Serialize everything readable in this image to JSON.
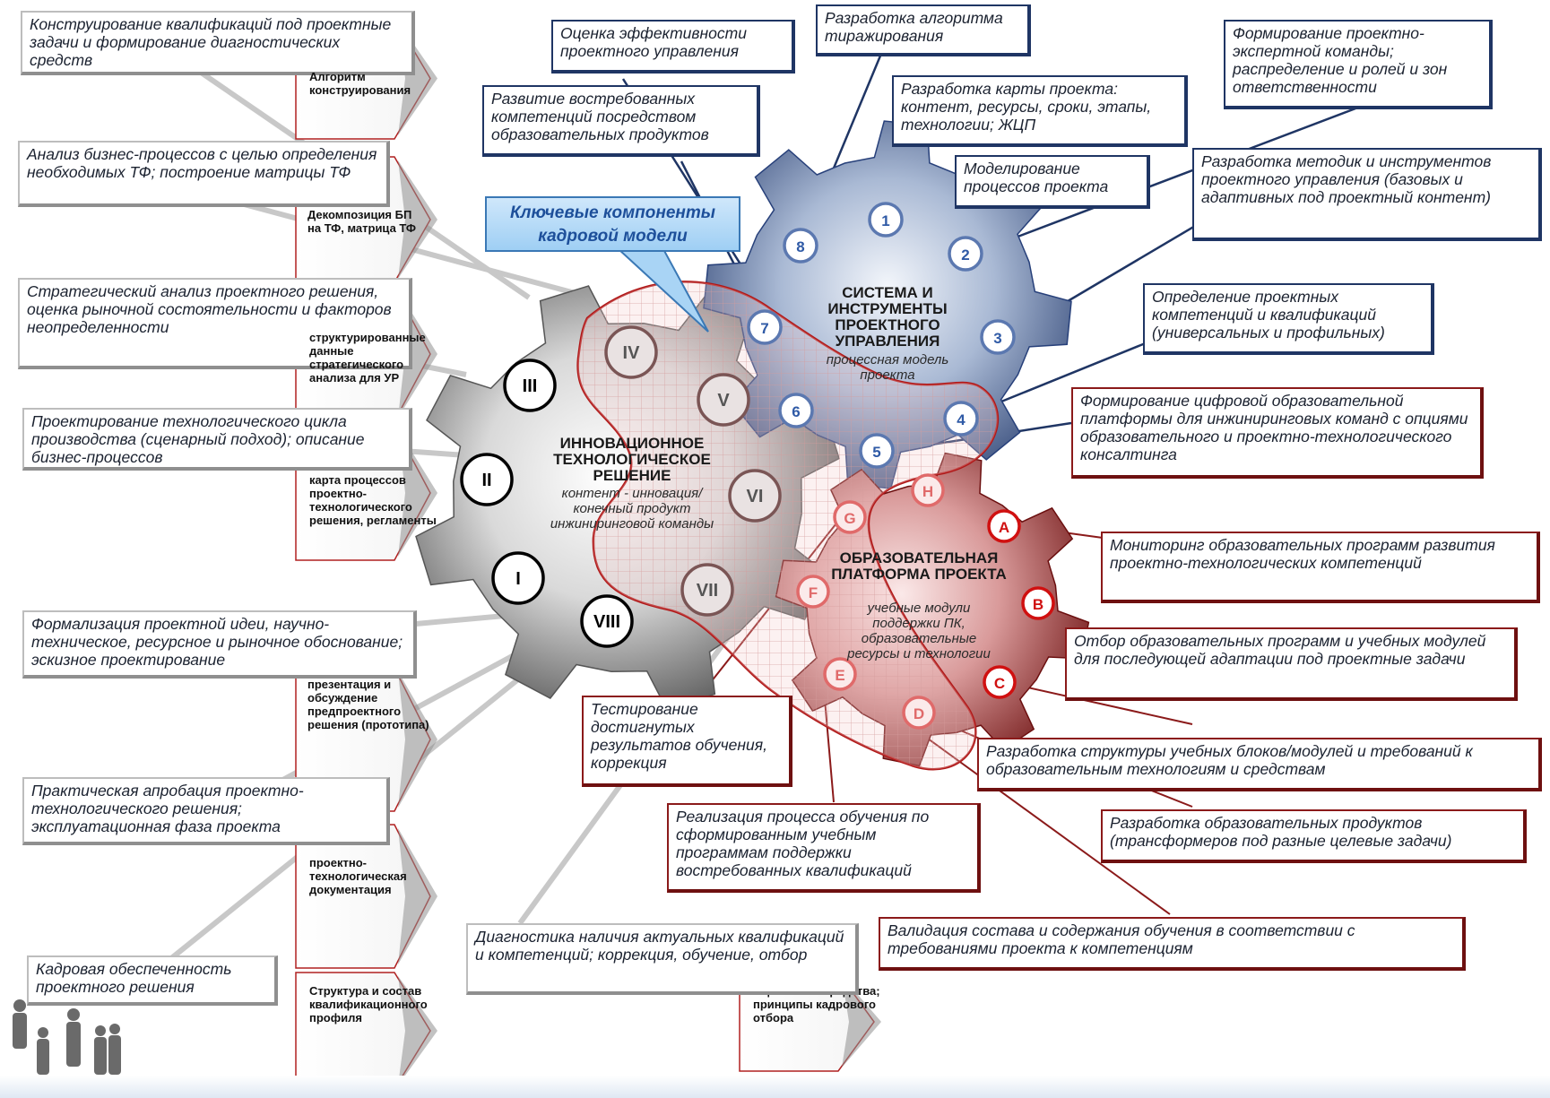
{
  "callout": {
    "text": "Ключевые компоненты кадровой модели"
  },
  "gears": {
    "innovation": {
      "title": "ИННОВАЦИОННОЕ ТЕХНОЛОГИЧЕСКОЕ РЕШЕНИЕ",
      "subtitle": "контент - инновация/ конечный продукт инжиниринговой команды"
    },
    "system": {
      "title": "СИСТЕМА И ИНСТРУМЕНТЫ ПРОЕКТНОГО УПРАВЛЕНИЯ",
      "subtitle": "процессная модель проекта"
    },
    "platform": {
      "title": "ОБРАЗОВАТЕЛЬНАЯ ПЛАТФОРМА ПРОЕКТА",
      "subtitle": "учебные модули поддержки ПК, образовательные ресурсы и технологии"
    }
  },
  "markers": {
    "roman": [
      "I",
      "II",
      "III",
      "IV",
      "V",
      "VI",
      "VII",
      "VIII"
    ],
    "numbers": [
      "1",
      "2",
      "3",
      "4",
      "5",
      "6",
      "7",
      "8"
    ],
    "red_letters": [
      "A",
      "B",
      "C"
    ],
    "pink_letters": [
      "D",
      "E",
      "F",
      "G",
      "H"
    ]
  },
  "left_boxes": [
    "Конструирование квалификаций под проектные задачи и формирование диагностических средств",
    "Анализ бизнес-процессов с целью определения необходимых ТФ; построение матрицы ТФ",
    "Стратегический анализ проектного решения, оценка рыночной состоятельности и факторов неопределенности",
    "Проектирование технологического цикла производства (сценарный подход); описание бизнес-процессов",
    "Формализация проектной идеи, научно-техническое, ресурсное и рыночное обоснование; эскизное проектирование",
    "Практическая апробация проектно-технологического решения; эксплуатационная фаза проекта",
    "Кадровая  обеспеченность проектного решения"
  ],
  "arrow_labels": [
    "Алгоритм конструирования",
    "Декомпозиция БП на ТФ, матрица ТФ",
    "структурированные данные стратегического анализа для УР",
    "карта процессов проектно-технологического решения, регламенты",
    "презентация и обсуждение предпроектного решения (прототипа)",
    "проектно-технологическая документация",
    "Структура и состав квалификационного профиля",
    "Оценочные средства; принципы кадрового отбора"
  ],
  "blue_boxes": [
    "Оценка эффективности проектного управления",
    "Развитие востребованных компетенций посредством образовательных продуктов",
    "Разработка алгоритма тиражирования",
    "Разработка карты проекта: контент, ресурсы, сроки, этапы, технологии; ЖЦП",
    "Моделирование процессов проекта",
    "Формирование проектно-экспертной команды; распределение и ролей и зон ответственности",
    "Разработка методик и инструментов проектного управления (базовых и адаптивных под проектный контент)",
    "Определение проектных компетенций и квалификаций (универсальных и профильных)"
  ],
  "red_boxes": [
    "Формирование цифровой образовательной платформы для инжиниринговых команд с опциями образовательного и проектно-технологического консалтинга",
    "Мониторинг образовательных программ развития проектно-технологических компетенций",
    "Отбор образовательных программ и учебных модулей для последующей адаптации под проектные задачи",
    "Разработка структуры учебных блоков/модулей и требований к образовательным технологиям и средствам",
    "Разработка образовательных продуктов (трансформеров под разные целевые задачи)",
    "Тестирование достигнутых результатов обучения, коррекция",
    "Реализация процесса обучения по сформированным учебным программам поддержки востребованных квалификаций",
    "Валидация состава и содержания обучения в соответствии с требованиями проекта к компетенциям"
  ],
  "bottom_box": "Диагностика наличия актуальных квалификаций и компетенций; коррекция, обучение, отбор",
  "colors": {
    "blue_frame": "#1f3564",
    "red_frame": "#8b1a1a",
    "gray_frame": "#9a9a9a",
    "callout_fill": "#a9d4f5",
    "callout_text": "#1d4f9a",
    "red_marker": "#d01010"
  }
}
